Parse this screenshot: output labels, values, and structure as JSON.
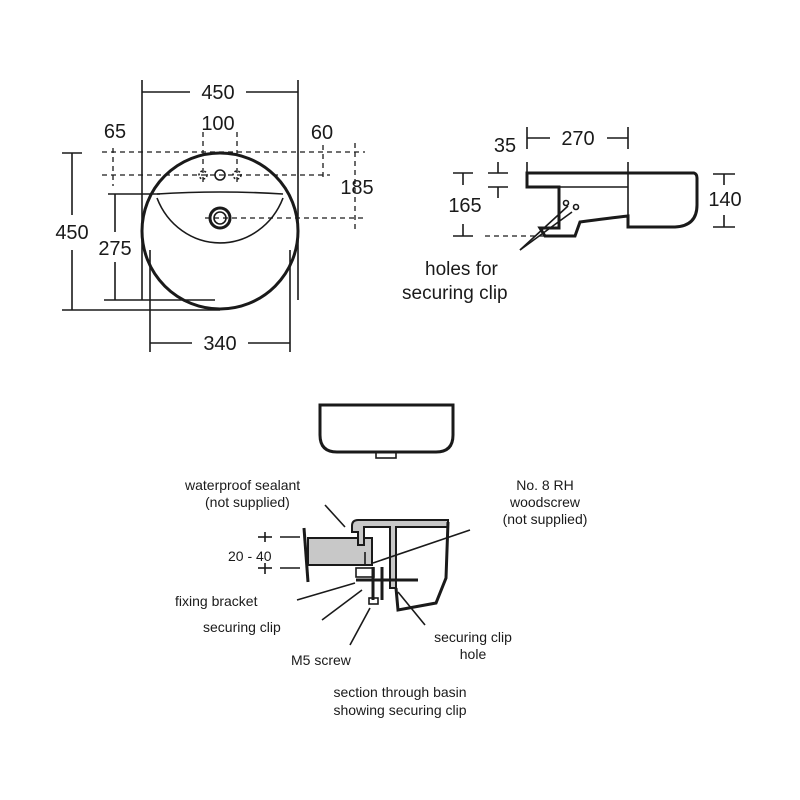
{
  "plan_view": {
    "overall_width": "450",
    "tap_spacing": "100",
    "left_offset": "65",
    "right_offset": "60",
    "tap_to_waste": "185",
    "overall_depth": "450",
    "bowl_depth": "275",
    "bowl_width": "340"
  },
  "side_view": {
    "projection": "270",
    "rim_thickness": "35",
    "total_height": "165",
    "front_height": "140",
    "note_line1": "holes for",
    "note_line2": "securing clip"
  },
  "section": {
    "worktop_thickness": "20 - 40",
    "sealant_line1": "waterproof sealant",
    "sealant_line2": "(not supplied)",
    "woodscrew_line1": "No. 8 RH",
    "woodscrew_line2": "woodscrew",
    "woodscrew_line3": "(not supplied)",
    "fixing_bracket": "fixing bracket",
    "securing_clip": "securing clip",
    "m5_screw": "M5 screw",
    "clip_hole_line1": "securing clip",
    "clip_hole_line2": "hole",
    "caption_line1": "section through basin",
    "caption_line2": "showing securing clip"
  }
}
